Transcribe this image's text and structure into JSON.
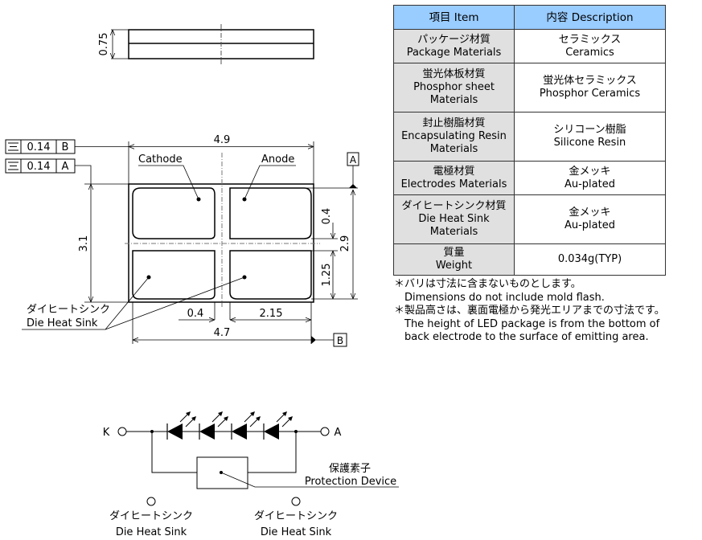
{
  "table": {
    "header": {
      "item": "項目 Item",
      "description": "内容 Description"
    },
    "rows": [
      {
        "item_lines": [
          "パッケージ材質",
          "Package Materials"
        ],
        "desc_lines": [
          "セラミックス",
          "Ceramics"
        ]
      },
      {
        "item_lines": [
          "蛍光体板材質",
          "Phosphor sheet",
          "Materials"
        ],
        "desc_lines": [
          "蛍光体セラミックス",
          "Phosphor Ceramics"
        ]
      },
      {
        "item_lines": [
          "封止樹脂材質",
          "Encapsulating Resin",
          "Materials"
        ],
        "desc_lines": [
          "シリコーン樹脂",
          "Silicone Resin"
        ]
      },
      {
        "item_lines": [
          "電極材質",
          "Electrodes Materials"
        ],
        "desc_lines": [
          "金メッキ",
          "Au-plated"
        ]
      },
      {
        "item_lines": [
          "ダイヒートシンク材質",
          "Die Heat Sink",
          "Materials"
        ],
        "desc_lines": [
          "金メッキ",
          "Au-plated"
        ]
      },
      {
        "item_lines": [
          "質量",
          "Weight"
        ],
        "desc_lines": [
          "0.034g(TYP)"
        ]
      }
    ],
    "colors": {
      "header_bg": "#99ccff",
      "item_bg": "#e0e0e0"
    }
  },
  "notes": [
    {
      "jp": "＊バリは寸法に含まないものとします。",
      "en": [
        "Dimensions do not include mold flash."
      ]
    },
    {
      "jp": "＊製品高さは、裏面電極から発光エリアまでの寸法です。",
      "en": [
        "The height of LED package is from the bottom of",
        "back electrode to the surface of emitting area."
      ]
    }
  ],
  "side_view": {
    "height_dim": "0.75"
  },
  "top_view": {
    "tolerance_frames": [
      {
        "symbol": "symmetry-icon",
        "value": "0.14",
        "datum": "B"
      },
      {
        "symbol": "symmetry-icon",
        "value": "0.14",
        "datum": "A"
      }
    ],
    "datum_a": "A",
    "datum_b": "B",
    "labels": {
      "cathode": "Cathode",
      "anode": "Anode",
      "heat_sink_jp": "ダイヒートシンク",
      "heat_sink_en": "Die Heat Sink"
    },
    "dims": {
      "overall_width": "4.9",
      "pad_span_width": "4.7",
      "overall_height": "3.1",
      "pad_span_height": "2.9",
      "gap_y": "0.4",
      "pad_height": "1.25",
      "gap_x": "0.4",
      "pad_width": "2.15"
    }
  },
  "circuit": {
    "terminal_k": "K",
    "terminal_a": "A",
    "led_count": 4,
    "protection_jp": "保護素子",
    "protection_en": "Protection Device",
    "heat_sinks": [
      {
        "jp": "ダイヒートシンク",
        "en": "Die Heat Sink"
      },
      {
        "jp": "ダイヒートシンク",
        "en": "Die Heat Sink"
      }
    ]
  }
}
